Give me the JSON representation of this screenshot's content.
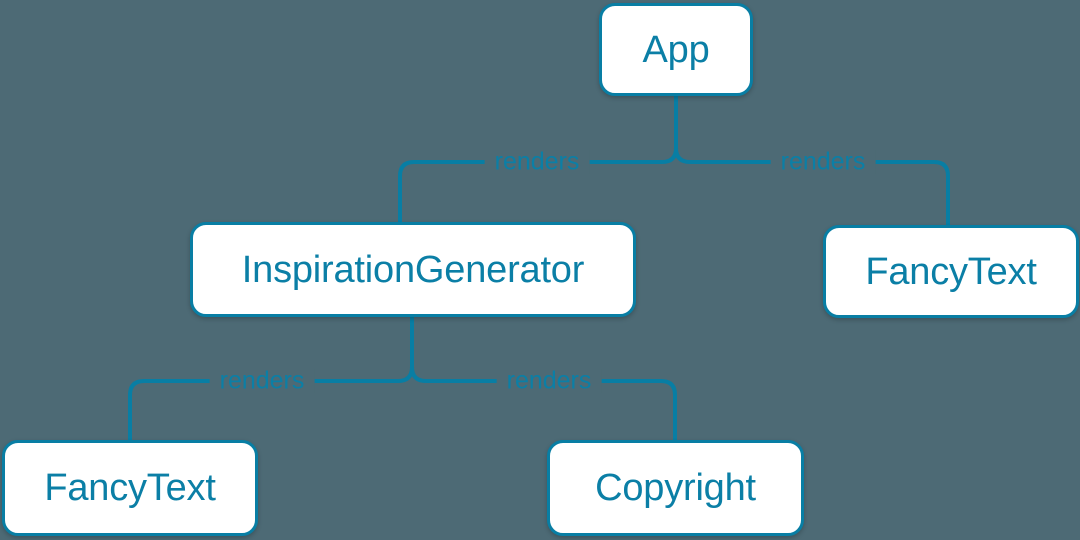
{
  "diagram": {
    "type": "component-tree",
    "title": "React component render tree",
    "colors": {
      "background": "#4d6a75",
      "node_fill": "#ffffff",
      "stroke": "#087ea4",
      "text": "#0b7fa6"
    },
    "nodes": [
      {
        "id": "app",
        "label": "App"
      },
      {
        "id": "inspgen",
        "label": "InspirationGenerator"
      },
      {
        "id": "fancy_right",
        "label": "FancyText"
      },
      {
        "id": "fancy_bl",
        "label": "FancyText"
      },
      {
        "id": "copyright",
        "label": "Copyright"
      }
    ],
    "edges": [
      {
        "from": "app",
        "to": "inspgen",
        "label": "renders"
      },
      {
        "from": "app",
        "to": "fancy_right",
        "label": "renders"
      },
      {
        "from": "inspgen",
        "to": "fancy_bl",
        "label": "renders"
      },
      {
        "from": "inspgen",
        "to": "copyright",
        "label": "renders"
      }
    ]
  }
}
